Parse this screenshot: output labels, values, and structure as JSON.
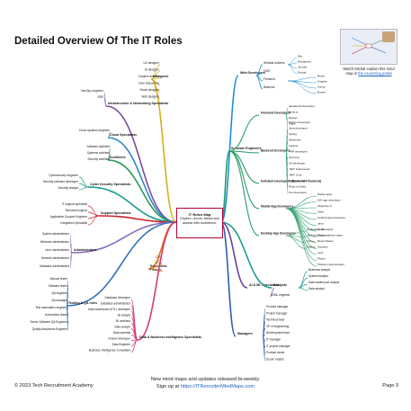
{
  "title": "Detailed Overview Of The IT Roles",
  "center": {
    "title": "IT Roles Map",
    "subtitle": "Explore, recruit, attract and assess with confidence."
  },
  "promo": {
    "line1": "Watch Michal explain this mind",
    "line2": "map in",
    "link": "the eLearning portal"
  },
  "footer": {
    "left": "© 2023 Tech Recruitment Academy",
    "mid1": "New mind maps and updates released bi-weekly.",
    "mid2": "Sign up at",
    "mid_link": "https://ITRecruiterMindMaps.com",
    "right": "Page 3"
  },
  "colors": {
    "designers": "#d4b01e",
    "infra": "#7a4fa0",
    "cloud": "#2f86c8",
    "architects": "#2f9a55",
    "cyber": "#159a8a",
    "support": "#c8242e",
    "admins": "#8d6fc0",
    "testing": "#2f6fbf",
    "executives": "#e07a17",
    "data": "#d63a7a",
    "web": "#1f8fd0",
    "software": "#2a9d6a",
    "ai": "#6b3fa0",
    "managers": "#2c5fa8",
    "analysts": "#1b9e8f"
  },
  "branches": [
    {
      "id": "designers",
      "label": "Designers",
      "items": [
        "UX designer",
        "UI designer",
        "Creative director",
        "User researcher",
        "Visual designer",
        "Web designer"
      ]
    },
    {
      "id": "infra",
      "label": "Infrastructure & Networking Specialists",
      "items": [
        "DevOps engineer",
        "SRE"
      ]
    },
    {
      "id": "cloud",
      "label": "Cloud Specialists",
      "items": [
        "Cloud systems engineer"
      ]
    },
    {
      "id": "architects",
      "label": "Architects",
      "items": [
        "Software architect",
        "Systems architect",
        "Security architect"
      ]
    },
    {
      "id": "cyber",
      "label": "Cyber Security Specialists",
      "items": [
        "Cybersecurity engineer",
        "Security software developer",
        "Security analyst"
      ]
    },
    {
      "id": "support",
      "label": "Support Specialists",
      "items": [
        "IT support specialist",
        "Technical support",
        "Application Support Engineer",
        "Integration Specialist"
      ]
    },
    {
      "id": "admins",
      "label": "Administrators",
      "items": [
        "System administrator",
        "Windows administrator",
        "Linux administrator",
        "Network administrator",
        "Database administrator"
      ]
    },
    {
      "id": "testing",
      "label": "Testing & QA roles",
      "items": [
        "Manual tester",
        "Software tester",
        "QA engineer",
        "QA manager",
        "Test automation engineer",
        "Automation tester",
        "Senior Software QA Engineer",
        "Quality Assurance Engineer"
      ]
    },
    {
      "id": "executives",
      "label": "Executives",
      "items": [
        "CTO",
        "CIO",
        "IT director"
      ]
    },
    {
      "id": "data",
      "label": "Data & Business Intelligence Specialists",
      "items": [
        "Database developer",
        "Database administrator",
        "Data warehouse (ETL) developer",
        "BI analyst",
        "BI architect",
        "Data analyst",
        "Data scientist",
        "Oracle Developer",
        "Data Engineer",
        "Business Intelligence Consultant"
      ]
    },
    {
      "id": "web",
      "label": "Web Developers",
      "items": [
        "Website builders",
        "CMS",
        "Frontend",
        "Backend"
      ]
    },
    {
      "id": "software",
      "label": "Software Engineers",
      "items": [
        "Frontend Developers",
        "Backend Developers",
        "Fullstack Developers (Backend + frontend)",
        "Mobile App Developers",
        "Desktop App Developers"
      ]
    },
    {
      "id": "ai",
      "label": "AI & ML Specialists",
      "items": [
        "AI/ML engineer"
      ]
    },
    {
      "id": "analysts",
      "label": "Analysts",
      "items": [
        "Business analyst",
        "System analyst",
        "Data warehouse analyst",
        "Data analyst"
      ]
    },
    {
      "id": "managers",
      "label": "Managers",
      "items": [
        "Product manager",
        "Project manager",
        "Technical lead",
        "VP of engineering",
        "Development lead",
        "IT manager",
        "IT project manager",
        "Product owner",
        "Scrum master"
      ]
    }
  ],
  "subleaves": {
    "web_sites": [
      "Wix",
      "Wordpress",
      "Joomla",
      "Drupal"
    ],
    "web_front": [
      "React",
      "Angular",
      "Vue.js",
      "Ember"
    ],
    "frontend_dev": [
      "JavaScript developer",
      "Node.js",
      "Django",
      "Flask"
    ],
    "backend_dev": [
      "Python developer",
      "Java developer",
      "Spring",
      "Hibernate",
      "Laravel",
      "PHP developer",
      "Symfony",
      "C# developer",
      ".NET Framework",
      ".NET Core",
      "Ruby developer",
      "Ruby on Rails",
      "Perl developer"
    ],
    "mobile": [
      "Native apps",
      "iOS app developer",
      "Objective-C",
      "Swift",
      "Android app developer",
      "Java",
      "Kotlin",
      "Cross-platform apps",
      "React Native",
      "Xamarin",
      "Ionic",
      "Flutter",
      "Titanium Appcelerator"
    ],
    "desktop": [
      "Application developer",
      "Java developer",
      "C/C++",
      "Python"
    ]
  }
}
